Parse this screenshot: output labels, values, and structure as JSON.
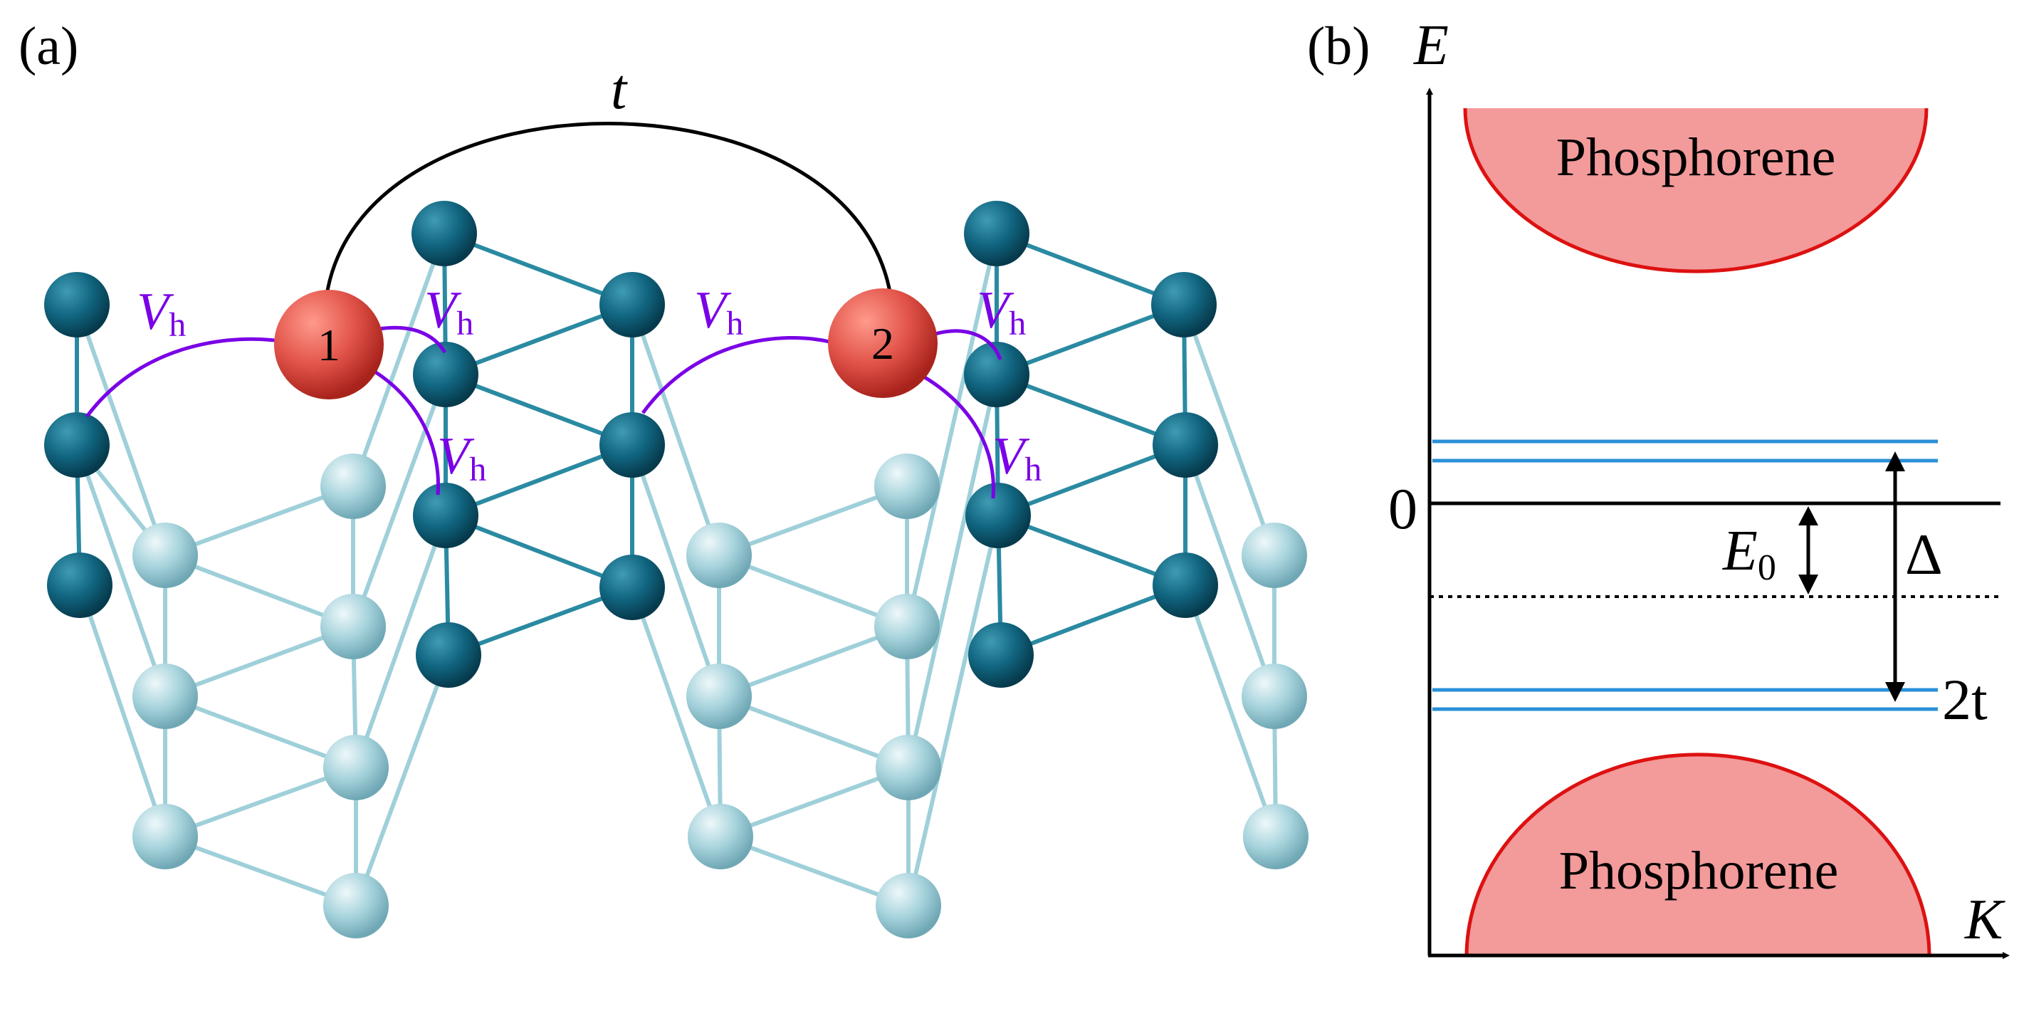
{
  "panel_a": {
    "label": "(a)",
    "site1_label": "1",
    "site2_label": "2",
    "hopping_label": "t",
    "vh_main": "V",
    "vh_sub": "h"
  },
  "panel_b": {
    "label": "(b)",
    "energy_axis": "E",
    "momentum_axis": "K",
    "upper_band": "Phosphorene",
    "lower_band": "Phosphorene",
    "zero": "0",
    "e0_main": "E",
    "e0_sub": "0",
    "delta": "Δ",
    "two_t": "2t"
  },
  "colors": {
    "dark_atom": "#0f6179",
    "light_atom": "#a8d5de",
    "dark_bond": "#2a8aa2",
    "light_bond": "#9fd0da",
    "site_red": "#e2544a",
    "vh_purple": "#7a00e6",
    "band_fill": "#f39a9a",
    "band_edge": "#dd1111",
    "level_blue": "#2a90d8"
  }
}
